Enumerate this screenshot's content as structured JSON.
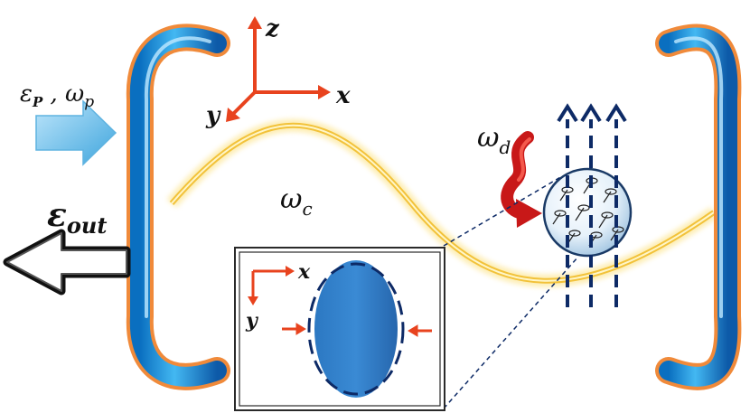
{
  "labels": {
    "pump": "ε",
    "pump_sub": "P",
    "pump_sep": " , ω",
    "pump_freq_sub": "p",
    "output": "ε",
    "output_sub": "out",
    "cavity_freq": "ω",
    "cavity_freq_sub": "c",
    "drive_freq": "ω",
    "drive_freq_sub": "d",
    "axis_x": "x",
    "axis_y": "y",
    "axis_z": "z",
    "inset_axis_x": "x",
    "inset_axis_y": "y"
  },
  "colors": {
    "mirror_body": "#2a9fe0",
    "mirror_edge": "#f08a3a",
    "cavity_wave": "#f4c542",
    "axis_arrow": "#e8431e",
    "field_arrow": "#0d2a66",
    "drive_arrow": "#d42020",
    "inset_ellipse": "#2f7fc8",
    "pump_arrow": "#6bbfe8",
    "output_arrow": "#111111"
  },
  "icons": {
    "left_mirror": "curved-mirror-icon",
    "right_mirror": "curved-mirror-icon",
    "sphere": "magnetic-sphere-icon",
    "pump_arrow": "input-arrow-icon",
    "output_arrow": "output-arrow-icon",
    "drive_arrow": "curved-drive-arrow-icon"
  }
}
